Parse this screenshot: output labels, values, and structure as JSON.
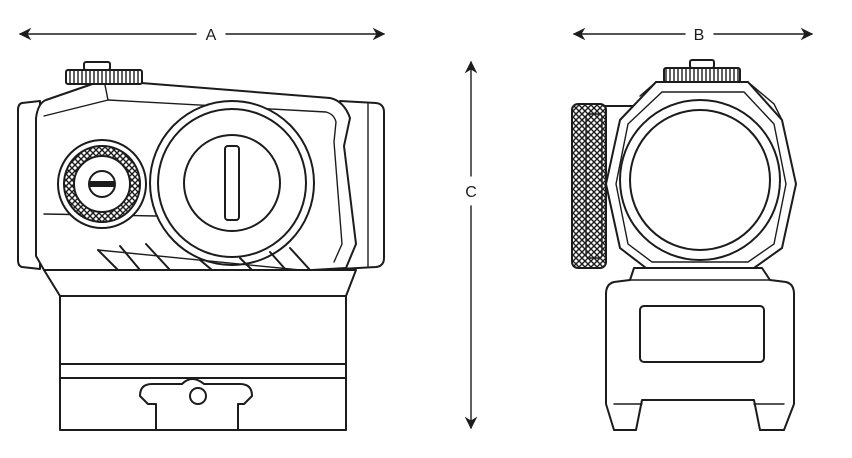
{
  "dimensions": {
    "a_label": "A",
    "b_label": "B",
    "c_label": "C"
  },
  "colors": {
    "line": "#1c1c1c",
    "background": "#ffffff"
  }
}
